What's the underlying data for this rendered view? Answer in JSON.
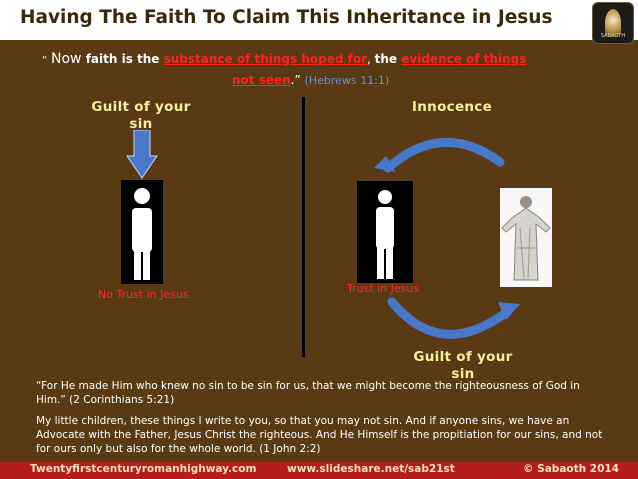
{
  "slide": {
    "title": "Having The Faith To Claim This Inheritance in Jesus",
    "logo_text": "SABAOTH"
  },
  "quote": {
    "open": "“",
    "now": "Now",
    "faith_is_the": " faith is the ",
    "substance": "substance of things hoped for",
    "comma": ", ",
    "the": "the ",
    "evidence_1": "evidence of things",
    "evidence_2": "not seen",
    "close": ".” ",
    "ref": "(Hebrews 11:1)"
  },
  "left_panel": {
    "guilt_label": "Guilt of your sin",
    "status": "No Trust in Jesus"
  },
  "right_panel": {
    "innocence_label": "Innocence",
    "status": "Trust in Jesus",
    "guilt_label": "Guilt of your sin"
  },
  "verses": {
    "corinthians": "“For He made Him who knew no sin to be sin for us, that we might become the righteousness of God in Him.” (2 Corinthians 5:21)",
    "john": "My little children, these things I write to you, so that you may not sin. And if anyone sins, we have an Advocate with the Father, Jesus Christ the righteous. And He Himself is the propitiation for our sins, and not for ours only but also for the whole world. (1 John 2:2)"
  },
  "footer": {
    "site": "Twentyfirstcenturyromanhighway.com",
    "url": "www.slideshare.net/sab21st",
    "copyright": "© Sabaoth 2014"
  },
  "colors": {
    "background": "#5a3a14",
    "title_bar": "#ffffff",
    "accent_red": "#ff2020",
    "label_yellow": "#f7ef9a",
    "arrow_blue": "#4a78c8",
    "footer_bar": "#b51c1c"
  },
  "icons": [
    "down-arrow-icon",
    "curved-arrow-icon",
    "person-silhouette-icon",
    "jesus-figure-icon",
    "sabaoth-logo-icon"
  ]
}
